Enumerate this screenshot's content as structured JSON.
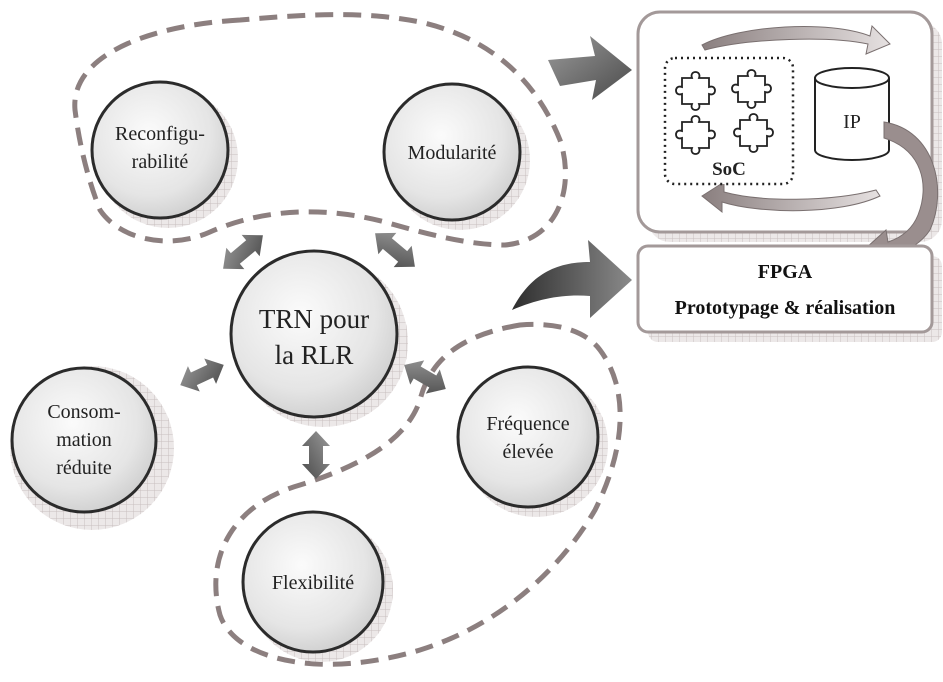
{
  "center": {
    "line1": "TRN pour",
    "line2": "la RLR"
  },
  "nodes": {
    "reconfig": {
      "line1": "Reconfigu-",
      "line2": "rabilité"
    },
    "modularite": {
      "line1": "Modularité"
    },
    "consommation": {
      "line1": "Consom-",
      "line2": "mation",
      "line3": "réduite"
    },
    "frequence": {
      "line1": "Fréquence",
      "line2": "élevée"
    },
    "flexibilite": {
      "line1": "Flexibilité"
    }
  },
  "soc_panel": {
    "soc_label": "SoC",
    "ip_label": "IP"
  },
  "fpga_box": {
    "title": "FPGA",
    "subtitle": "Prototypage & réalisation"
  },
  "colors": {
    "circle_fill": "#e6e6e6",
    "circle_stroke": "#2b2b2b",
    "shadow_grid": "#cfc6c6",
    "dashed_outline": "#8c7f7f",
    "arrow_grey": "#6e6e6e",
    "arrow_dark": "#3a3a3a",
    "panel_border": "#a39999"
  }
}
